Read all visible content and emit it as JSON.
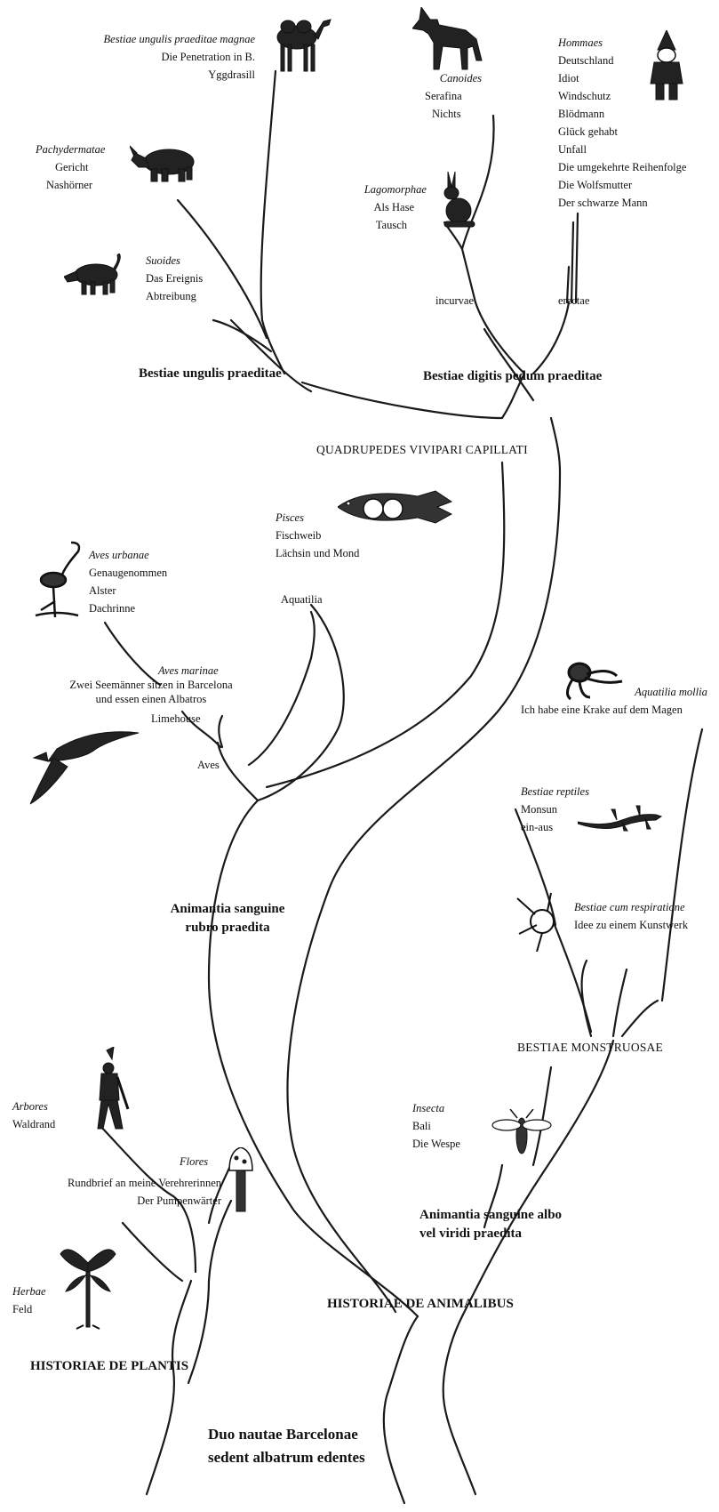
{
  "title": {
    "line1": "Duo nautae Barcelonae",
    "line2": "sedent albatrum edentes"
  },
  "roots": {
    "plants": "HISTORIAE DE PLANTIS",
    "animals": "HISTORIAE DE ANIMALIBUS"
  },
  "branches": {
    "red_blood": {
      "line1": "Animantia sanguine",
      "line2": "rubro praedita"
    },
    "white_green_blood": {
      "line1": "Animantia sanguine albo",
      "line2": "vel viridi praedita"
    },
    "quadrupedes": "QUADRUPEDES VIVIPARI CAPILLATI",
    "ungulis": "Bestiae ungulis praeditae",
    "digitis": "Bestiae digitis pedum praeditae",
    "incurvae": "incurvae",
    "erectae": "erectae",
    "aves": "Aves",
    "aquatilia": "Aquatilia",
    "monstruosae": "BESTIAE MONSTRUOSAE"
  },
  "groups": {
    "magnae": {
      "category": "Bestiae ungulis praeditae magnae",
      "items": [
        "Die Penetration in B.",
        "Yggdrasill"
      ]
    },
    "pachydermatae": {
      "category": "Pachydermatae",
      "items": [
        "Gericht",
        "Nashörner"
      ]
    },
    "suoides": {
      "category": "Suoides",
      "items": [
        "Das Ereignis",
        "Abtreibung"
      ]
    },
    "canoides": {
      "category": "Canoides",
      "items": [
        "Serafina",
        "Nichts"
      ]
    },
    "lagomorphae": {
      "category": "Lagomorphae",
      "items": [
        "Als Hase",
        "Tausch"
      ]
    },
    "hommaes": {
      "category": "Hommaes",
      "items": [
        "Deutschland",
        "Idiot",
        "Windschutz",
        "Blödmann",
        "Glück gehabt",
        "Unfall",
        "Die umgekehrte Reihenfolge",
        "Die Wolfsmutter",
        "Der schwarze Mann"
      ]
    },
    "pisces": {
      "category": "Pisces",
      "items": [
        "Fischweib",
        "Lächsin und Mond"
      ]
    },
    "aves_urbanae": {
      "category": "Aves urbanae",
      "items": [
        "Genaugenommen",
        "Alster",
        "Dachrinne"
      ]
    },
    "aves_marinae": {
      "category": "Aves marinae",
      "items": [
        "Zwei Seemänner sitzen in Barcelona",
        "und essen einen Albatros",
        "Limehouse"
      ]
    },
    "aquatilia_mollia": {
      "category": "Aquatilia mollia",
      "items": [
        "Ich habe eine Krake auf dem Magen"
      ]
    },
    "reptiles": {
      "category": "Bestiae reptiles",
      "items": [
        "Monsun",
        "ein-aus"
      ]
    },
    "respiratione": {
      "category": "Bestiae cum respiratione",
      "items": [
        "Idee zu einem Kunstwerk"
      ]
    },
    "insecta": {
      "category": "Insecta",
      "items": [
        "Bali",
        "Die Wespe"
      ]
    },
    "arbores": {
      "category": "Arbores",
      "items": [
        "Waldrand"
      ]
    },
    "flores": {
      "category": "Flores",
      "items": [
        "Rundbrief an meine Verehrerinnen",
        "Der Pumpenwärter"
      ]
    },
    "herbae": {
      "category": "Herbae",
      "items": [
        "Feld"
      ]
    }
  },
  "illustrations": [
    "camel-icon",
    "rhinoceros-icon",
    "boar-icon",
    "wolf-icon",
    "hare-icon",
    "gnome-icon",
    "fish-icon",
    "flamingo-icon",
    "albatross-icon",
    "octopus-icon",
    "lizard-icon",
    "spider-icon",
    "wasp-icon",
    "woodcutter-icon",
    "mushroom-icon",
    "plant-icon"
  ],
  "colors": {
    "ink": "#111111",
    "paper": "#ffffff"
  }
}
